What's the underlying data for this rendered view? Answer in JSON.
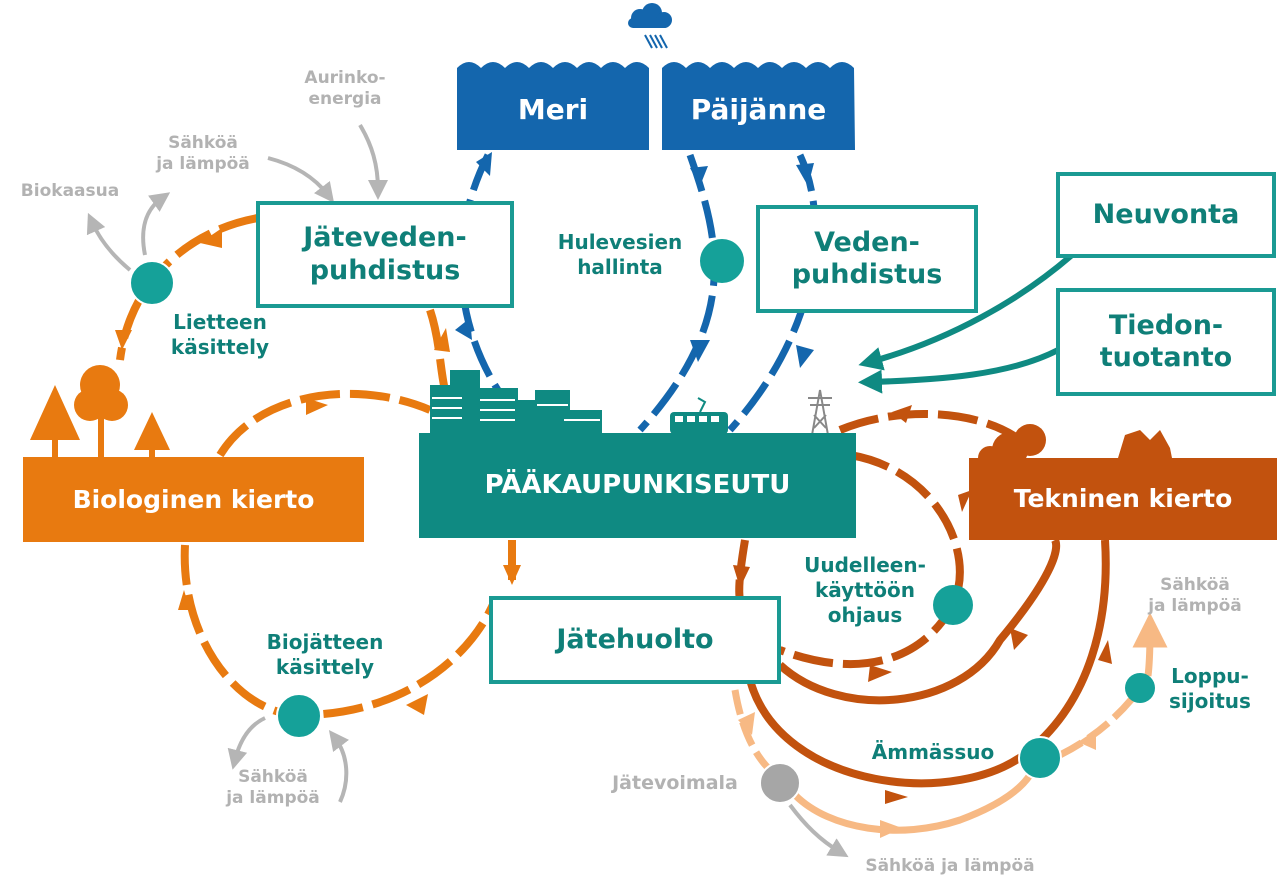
{
  "colors": {
    "teal": "#0f8a82",
    "teal_outline": "#1a9a93",
    "teal_node": "#15a199",
    "blue": "#1466ad",
    "orange": "#e87a10",
    "rust": "#c2520e",
    "peach": "#f7b984",
    "gray": "#b5b5b5",
    "gray_node": "#a6a6a6"
  },
  "water_bodies": {
    "meri": "Meri",
    "paijanne": "Päijänne"
  },
  "boxes": {
    "jatevedenpuhdistus": "Jäteveden-\npuhdistus",
    "vedenpuhdistus": "Veden-\npuhdistus",
    "neuvonta": "Neuvonta",
    "tiedontuotanto": "Tiedon-\ntuotanto",
    "paakaupunkiseutu": "PÄÄKAUPUNKISEUTU",
    "biologinen_kierto": "Biologinen kierto",
    "tekninen_kierto": "Tekninen kierto",
    "jatehuolto": "Jätehuolto"
  },
  "process_labels": {
    "hulevesien_hallinta": "Hulevesien\nhallinta",
    "lietteen_kasittely": "Lietteen\nkäsittely",
    "biojatteen_kasittely": "Biojätteen\nkäsittely",
    "uudelleenkayttoon_ohjaus": "Uudelleen-\nkäyttöön\nohjaus",
    "ammassuo": "Ämmässuo",
    "loppusijoitus": "Loppu-\nsijoitus"
  },
  "energy_labels": {
    "aurinkoenergia": "Aurinko-\nenergia",
    "sahkoa_lampoa_top": "Sähköä\nja lämpöä",
    "biokaasua": "Biokaasua",
    "sahkoa_lampoa_bio": "Sähköä\nja lämpöä",
    "sahkoa_lampoa_right": "Sähköä\nja lämpöä",
    "jatevoimala": "Jätevoimala",
    "sahkoa_lampoa_bottom": "Sähköä ja lämpöä"
  },
  "icons": [
    "rain-cloud-icon",
    "waves-icon",
    "city-buildings-icon",
    "tram-icon",
    "power-pylon-icon",
    "forest-trees-icon",
    "scrap-heap-icon"
  ]
}
